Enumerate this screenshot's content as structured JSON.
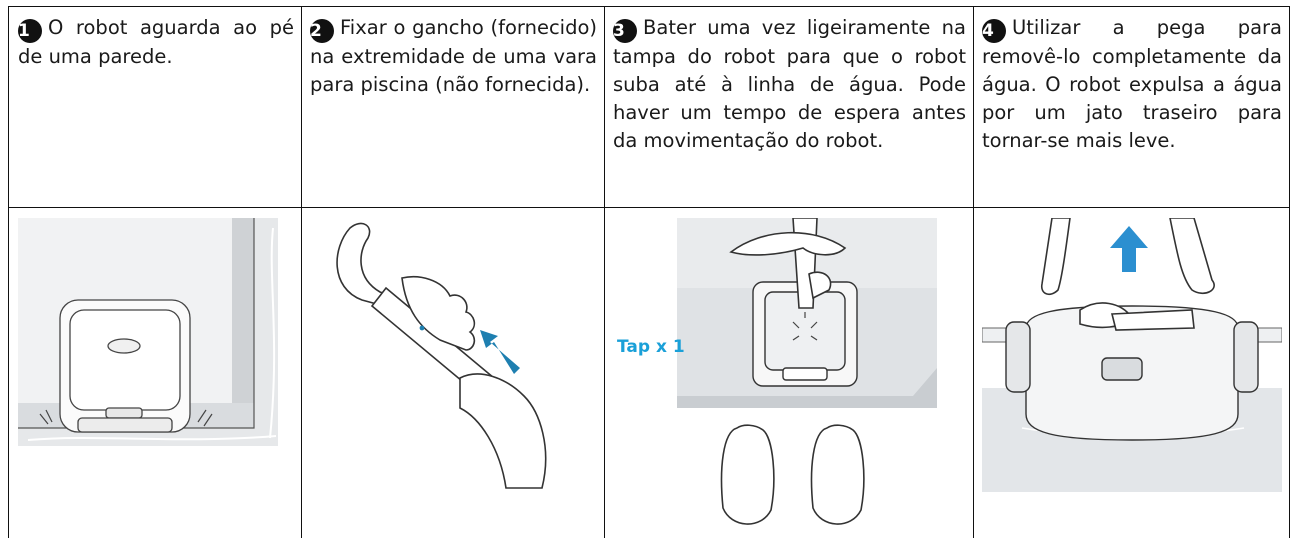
{
  "steps": [
    {
      "number": "1",
      "text": "O robot aguarda ao pé de uma parede."
    },
    {
      "number": "2",
      "text": "Fixar o gancho (fornecido) na extremidade de uma vara para piscina (não fornecida)."
    },
    {
      "number": "3",
      "text": "Bater uma vez ligeiramente na tampa do robot para que o robot suba até à linha de água. Pode haver um tempo de espera antes da movimentação do robot."
    },
    {
      "number": "4",
      "text": "Utilizar a pega para removê-lo completamente da água. O robot expulsa a água por um jato traseiro para tornar-se mais leve."
    }
  ],
  "illustrations": {
    "tap_label": "Tap x 1",
    "accent_color": "#1aa0d8"
  }
}
